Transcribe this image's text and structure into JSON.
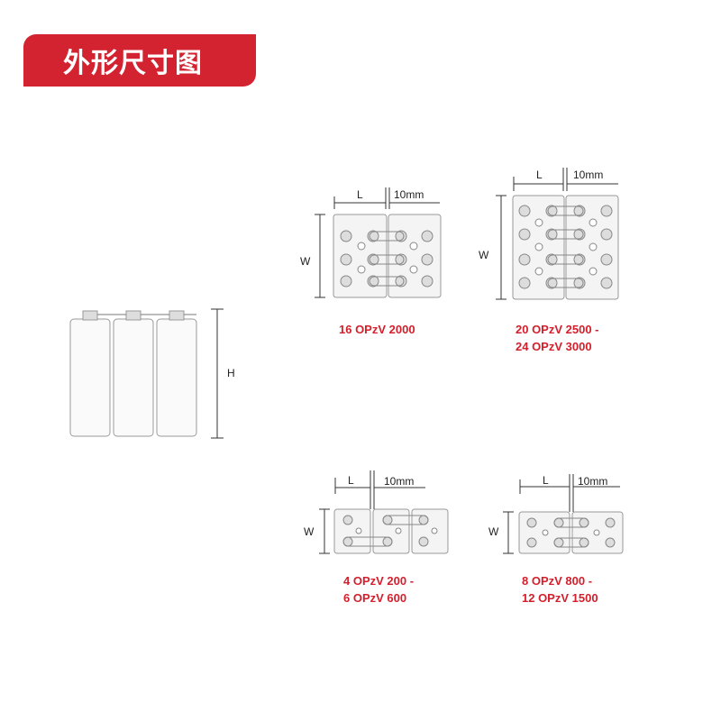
{
  "header": {
    "title": "外形尺寸图"
  },
  "labels": {
    "height": "H",
    "width": "W",
    "length": "L",
    "gap": "10mm"
  },
  "models": {
    "m16": "16 OPzV 2000",
    "m20_line1": "20 OPzV 2500 -",
    "m20_line2": "24 OPzV 3000",
    "m4_line1": "4 OPzV 200 -",
    "m4_line2": "6 OPzV 600",
    "m8_line1": "8 OPzV 800 -",
    "m8_line2": "12 OPzV 1500"
  },
  "colors": {
    "accent": "#d32330",
    "model_text": "#d3202c"
  }
}
